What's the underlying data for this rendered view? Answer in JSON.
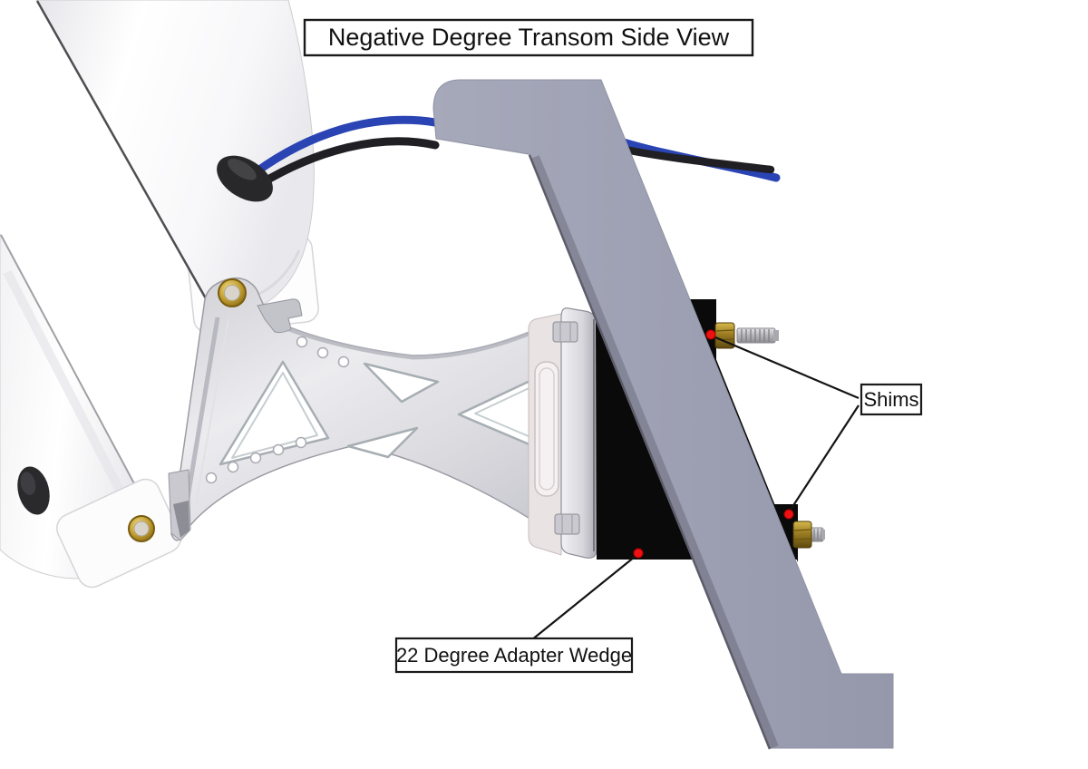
{
  "diagram": {
    "title": "Negative Degree Transom Side View",
    "callouts": {
      "shims": "Shims",
      "wedge": "22 Degree Adapter Wedge"
    },
    "colors": {
      "transom_gray": "#9da0b2",
      "transom_edge_shadow": "#5d5d6a",
      "wedge_black": "#0a0a0a",
      "shim_black": "#0a0a0a",
      "marker_red": "#ee1111",
      "cable_blue": "#2b44b4",
      "cable_black": "#202024",
      "leader_line": "#141414",
      "box_border": "#1a1a1a",
      "bracket_silver": "#d8d8dc",
      "brass_gold": "#a5842a"
    }
  }
}
